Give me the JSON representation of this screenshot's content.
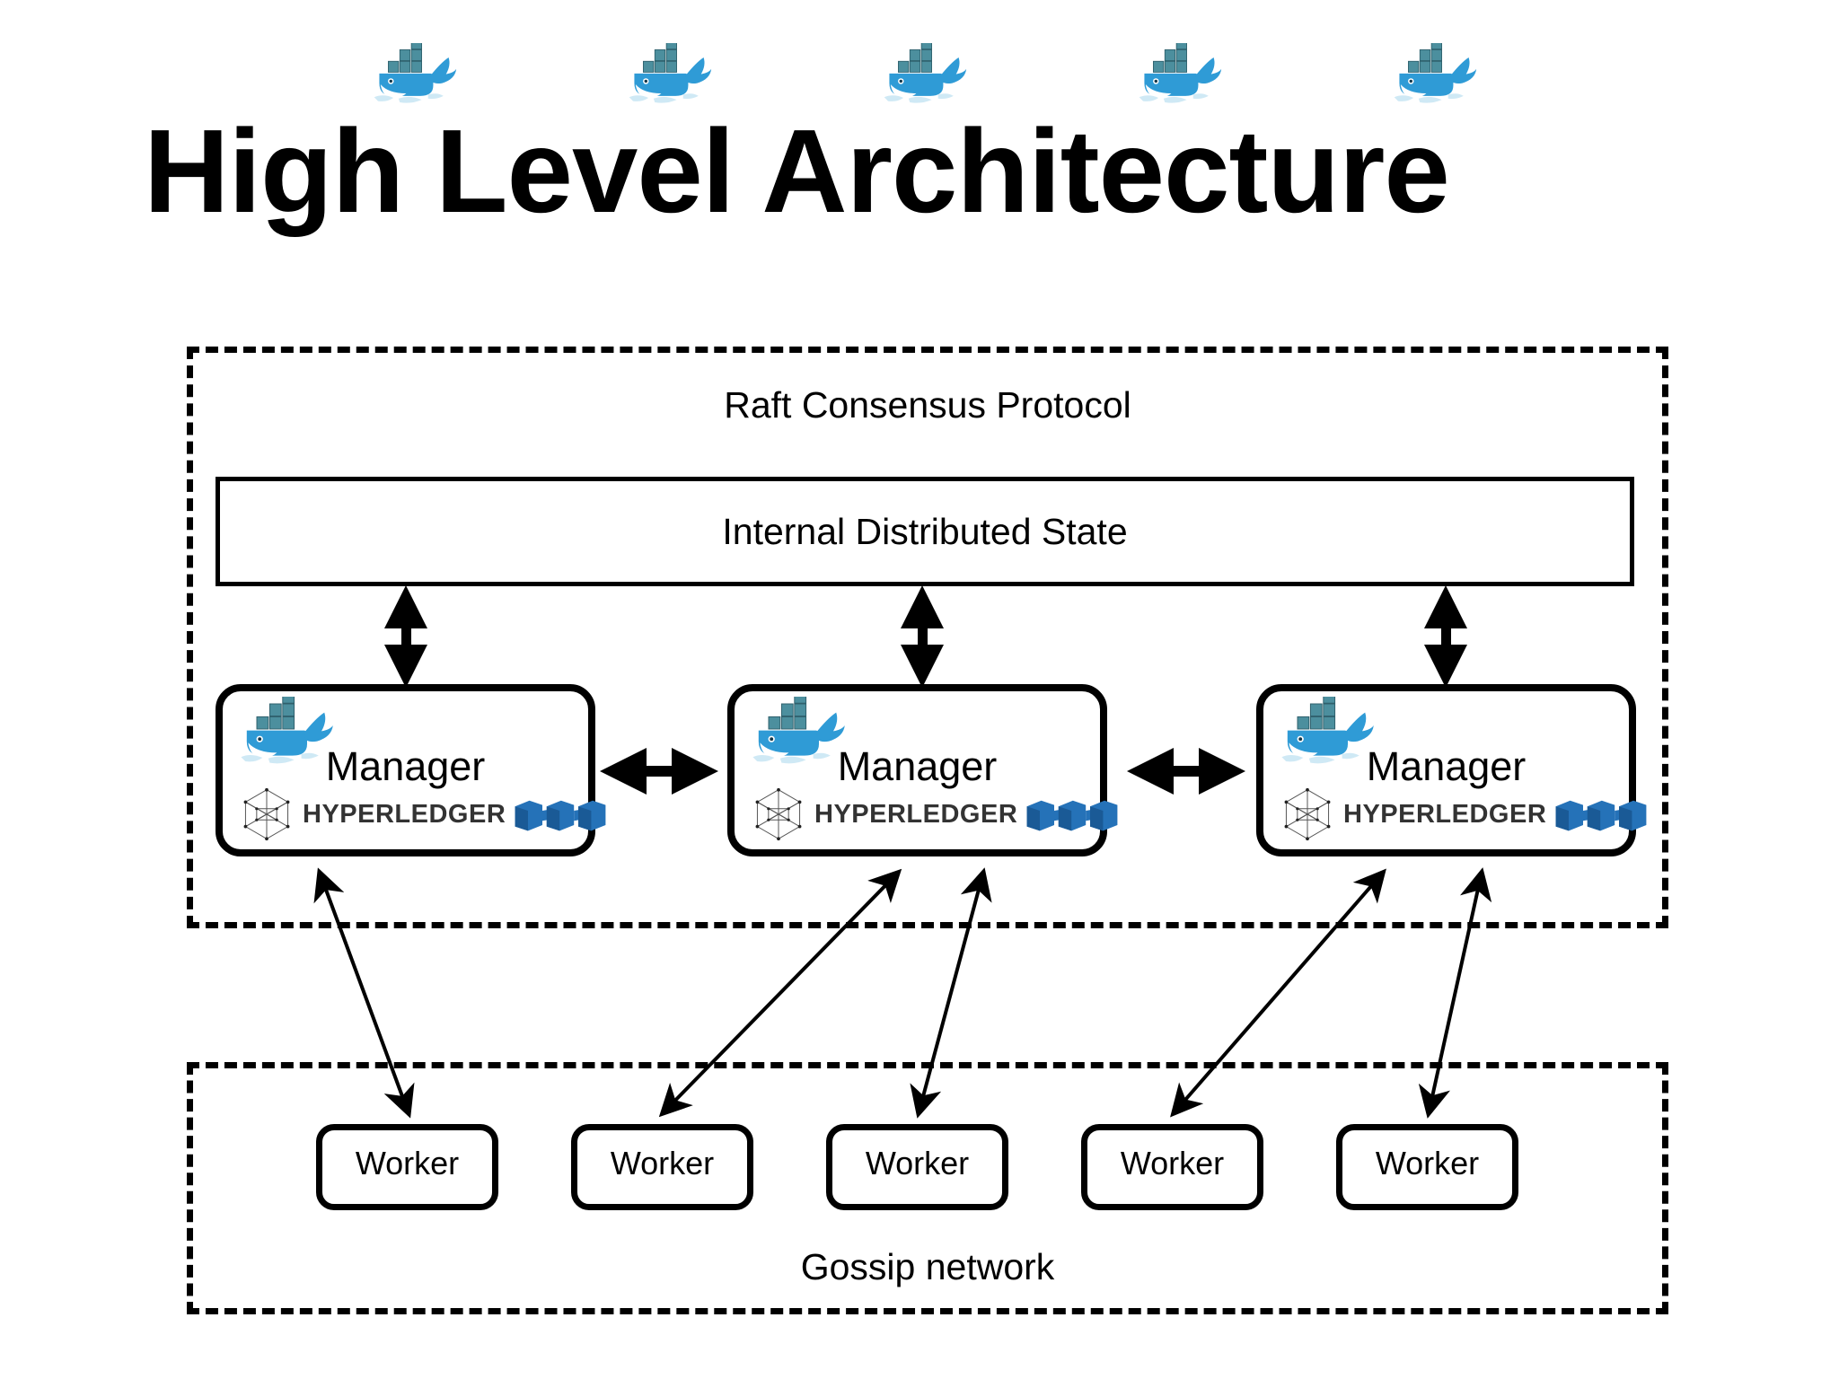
{
  "page": {
    "title": "High Level Architecture",
    "background_color": "#ffffff",
    "ink_color": "#000000"
  },
  "colors": {
    "docker_blue": "#2f9bd6",
    "docker_blue_dark": "#1d7fb8",
    "docker_container": "#3f7f8c",
    "docker_splash": "#cfe9f5",
    "hyperledger_text": "#333333",
    "hyperledger_chain_blue": "#2572b8",
    "hyperledger_chain_blue_dark": "#1a5a96",
    "hyperledger_mark_gray": "#555555"
  },
  "raft_group": {
    "caption": "Raft Consensus  Protocol",
    "state_bar": {
      "label": "Internal Distributed State"
    },
    "managers": [
      {
        "label": "Manager",
        "docker_icon": "docker-whale-icon",
        "hyperledger_wordmark": "HYPERLEDGER"
      },
      {
        "label": "Manager",
        "docker_icon": "docker-whale-icon",
        "hyperledger_wordmark": "HYPERLEDGER"
      },
      {
        "label": "Manager",
        "docker_icon": "docker-whale-icon",
        "hyperledger_wordmark": "HYPERLEDGER"
      }
    ]
  },
  "gossip_group": {
    "caption": "Gossip network",
    "workers": [
      {
        "label": "Worker",
        "docker_icon": "docker-whale-icon"
      },
      {
        "label": "Worker",
        "docker_icon": "docker-whale-icon"
      },
      {
        "label": "Worker",
        "docker_icon": "docker-whale-icon"
      },
      {
        "label": "Worker",
        "docker_icon": "docker-whale-icon"
      },
      {
        "label": "Worker",
        "docker_icon": "docker-whale-icon"
      }
    ]
  },
  "connections": {
    "state_to_manager": [
      {
        "from": "state-bar",
        "to": "manager-0",
        "style": "double-headed-vertical"
      },
      {
        "from": "state-bar",
        "to": "manager-1",
        "style": "double-headed-vertical"
      },
      {
        "from": "state-bar",
        "to": "manager-2",
        "style": "double-headed-vertical"
      }
    ],
    "manager_to_manager": [
      {
        "from": "manager-0",
        "to": "manager-1",
        "style": "double-headed-horizontal"
      },
      {
        "from": "manager-1",
        "to": "manager-2",
        "style": "double-headed-horizontal"
      }
    ],
    "manager_to_worker": [
      {
        "from": "manager-0",
        "to": "worker-0",
        "style": "double-headed-diagonal"
      },
      {
        "from": "manager-1",
        "to": "worker-1",
        "style": "double-headed-diagonal"
      },
      {
        "from": "manager-1",
        "to": "worker-2",
        "style": "double-headed-diagonal"
      },
      {
        "from": "manager-2",
        "to": "worker-3",
        "style": "double-headed-diagonal"
      },
      {
        "from": "manager-2",
        "to": "worker-4",
        "style": "double-headed-diagonal"
      }
    ]
  }
}
